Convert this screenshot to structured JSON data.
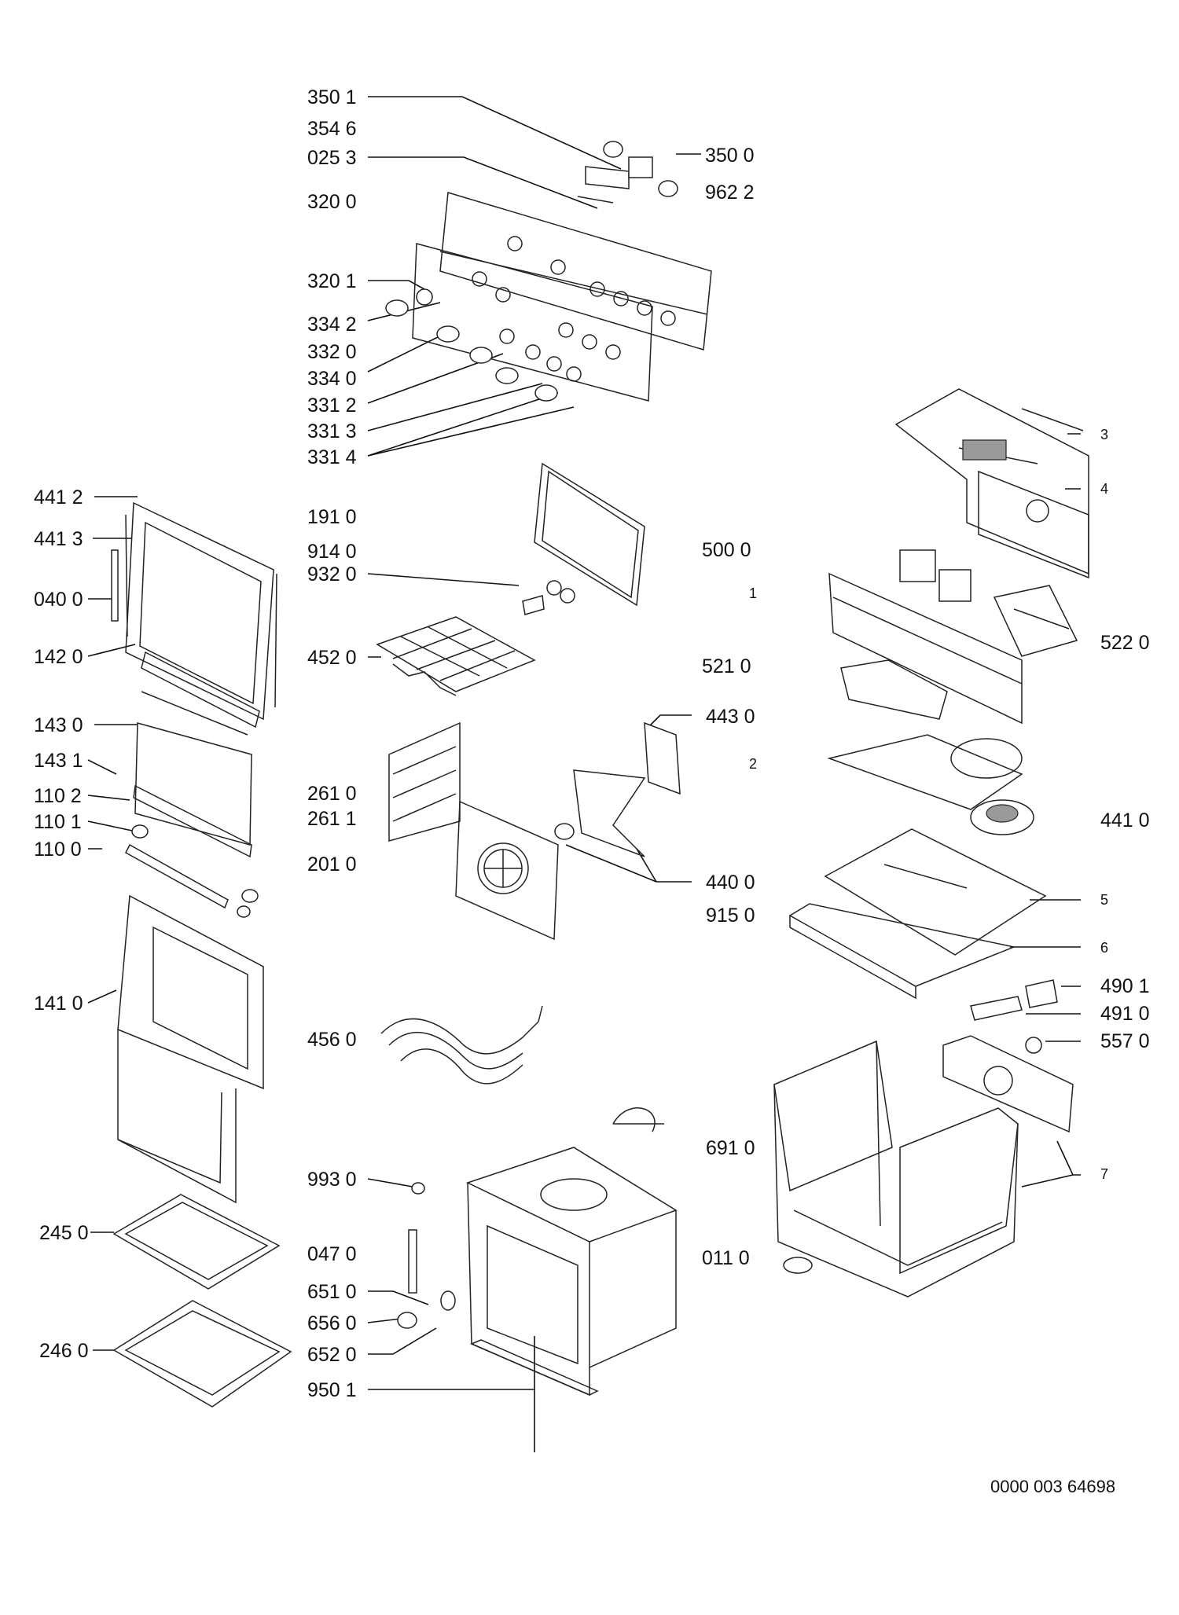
{
  "callouts": {
    "c3501": "350 1",
    "c3546": "354 6",
    "c0253": "025 3",
    "c3200": "320 0",
    "c3500": "350 0",
    "c9622": "962 2",
    "c3201": "320 1",
    "c3342": "334 2",
    "c3320": "332 0",
    "c3340": "334 0",
    "c3312": "331 2",
    "c3313": "331 3",
    "c3314": "331 4",
    "c4412": "441 2",
    "c4413": "441 3",
    "c0400": "040 0",
    "c1420": "142 0",
    "c1430": "143 0",
    "c1431": "143 1",
    "c1102": "110 2",
    "c1101": "110 1",
    "c1100": "110 0",
    "c1410": "141 0",
    "c2450": "245 0",
    "c2460": "246 0",
    "c1910": "191 0",
    "c9140": "914 0",
    "c9320": "932 0",
    "c4520": "452 0",
    "c2610": "261 0",
    "c2611": "261 1",
    "c2010": "201 0",
    "c4560": "456 0",
    "c9930": "993 0",
    "c0470": "047 0",
    "c6510": "651 0",
    "c6560": "656 0",
    "c6520": "652 0",
    "c9501": "950 1",
    "c5000": "500 0",
    "c1": "1",
    "c5210": "521 0",
    "c4430": "443 0",
    "c2": "2",
    "c4400": "440 0",
    "c9150": "915 0",
    "c6910": "691 0",
    "c0110": "011 0",
    "c3": "3",
    "c4": "4",
    "c5220": "522 0",
    "c4410": "441 0",
    "c5": "5",
    "c6": "6",
    "c4901": "490 1",
    "c4910": "491 0",
    "c5570": "557 0",
    "c7": "7"
  },
  "document_code": "0000 003 64698",
  "colors": {
    "ink": "#111111",
    "paper": "#ffffff",
    "shade": "#9a9a9a"
  }
}
